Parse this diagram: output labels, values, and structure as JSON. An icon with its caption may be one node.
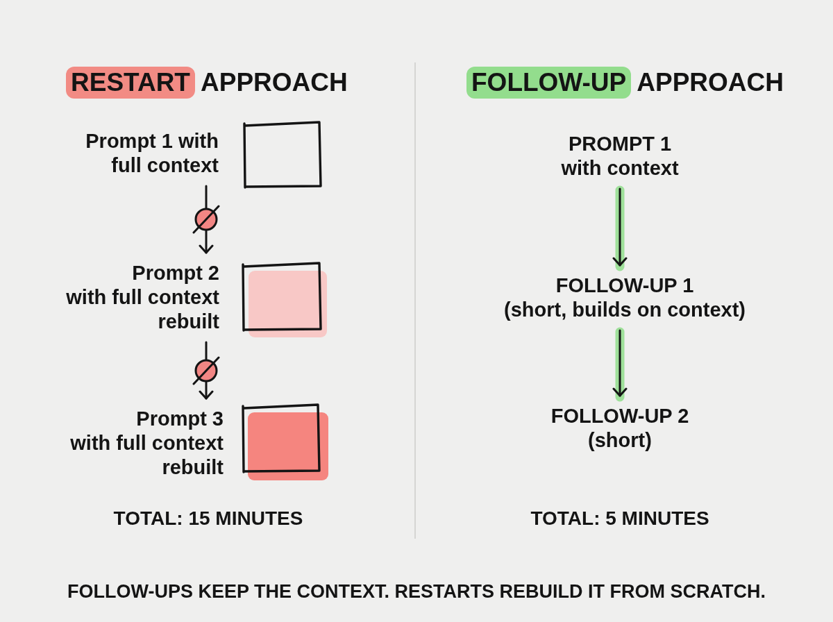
{
  "diagram": {
    "caption": "FOLLOW-UPS KEEP THE CONTEXT. RESTARTS REBUILD IT FROM SCRATCH.",
    "nodes": [
      {
        "text": [
          "Prompt 1 with full context"
        ]
      },
      {
        "text": [],
        "shape": "box"
      },
      {
        "text": [
          "Prompt 2",
          "with full context rebuilt"
        ]
      },
      {
        "text": [],
        "shape": "box"
      },
      {
        "text": [
          "Prompt 3",
          "with full context rebuilt"
        ]
      },
      {
        "text": [],
        "shape": "box"
      },
      {
        "text": [
          "PROMPT 1",
          "with context"
        ]
      },
      {
        "text": [
          "FOLLOW-UP 1",
          "(short, builds on context)"
        ]
      },
      {
        "text": [
          "FOLLOW-UP 2",
          "(short)"
        ]
      }
    ],
    "edges": [
      {
        "from": 0,
        "to": 2,
        "arrow": "to"
      },
      {
        "from": 2,
        "to": 4,
        "arrow": "to"
      },
      {
        "from": 6,
        "to": 7,
        "arrow": "to"
      },
      {
        "from": 7,
        "to": 8,
        "arrow": "to"
      }
    ],
    "labels": [
      "RESTART",
      "APPROACH",
      "FOLLOW-UP",
      "APPROACH",
      "TOTAL: 15 MINUTES",
      "TOTAL: 5 MINUTES"
    ]
  }
}
